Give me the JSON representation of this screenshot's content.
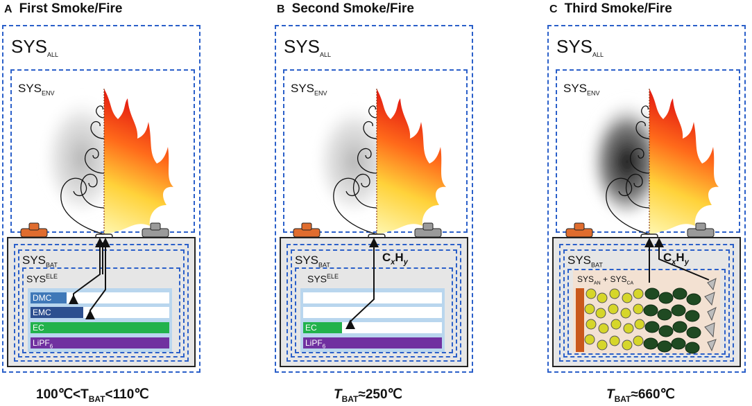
{
  "panels": [
    {
      "letter": "A",
      "title": "First Smoke/Fire",
      "sys_all": {
        "main": "SYS",
        "sub": "ALL"
      },
      "sys_env": {
        "main": "SYS",
        "sub": "ENV"
      },
      "sys_bat": {
        "main": "SYS",
        "sub": "BAT"
      },
      "sys_ele": {
        "main": "SYS",
        "sup": "ELE"
      },
      "electrolytes": {
        "dmc": "DMC",
        "emc": "EMC",
        "ec": "EC",
        "lipf6_main": "LiPF",
        "lipf6_sub": "6"
      },
      "condition": {
        "a": "100℃<T",
        "sub": "BAT",
        "b": "<110℃"
      }
    },
    {
      "letter": "B",
      "title": "Second Smoke/Fire",
      "sys_all": {
        "main": "SYS",
        "sub": "ALL"
      },
      "sys_env": {
        "main": "SYS",
        "sub": "ENV"
      },
      "sys_bat": {
        "main": "SYS",
        "sub": "BAT"
      },
      "sys_ele": {
        "main": "SYS",
        "sup": "ELE"
      },
      "gas": {
        "c": "C",
        "x": "x",
        "h": "H",
        "y": "y"
      },
      "electrolytes": {
        "ec": "EC",
        "lipf6_main": "LiPF",
        "lipf6_sub": "6"
      },
      "condition": {
        "t": "T",
        "sub": "BAT",
        "b": "≈250℃"
      }
    },
    {
      "letter": "C",
      "title": "Third Smoke/Fire",
      "sys_all": {
        "main": "SYS",
        "sub": "ALL"
      },
      "sys_env": {
        "main": "SYS",
        "sub": "ENV"
      },
      "sys_bat": {
        "main": "SYS",
        "sub": "BAT"
      },
      "sys_an_ca": {
        "an_main": "SYS",
        "an_sub": "AN",
        "plus": " + ",
        "ca_main": "SYS",
        "ca_sub": "CA"
      },
      "gas": {
        "c": "C",
        "x": "x",
        "h": "H",
        "y": "y"
      },
      "condition": {
        "t": "T",
        "sub": "BAT",
        "b": "≈660℃"
      }
    }
  ],
  "colors": {
    "dashed_border": "#2a5fc9",
    "dmc": "#3f78b8",
    "emc": "#2d4f8f",
    "ec": "#22b24c",
    "lipf6": "#7030a0",
    "terminal_positive": "#e06c2e",
    "terminal_negative": "#9a9a9a",
    "anode_particles": "#d6d62a",
    "cathode_particles": "#1f4a22"
  },
  "icons": [
    "smoke-swirl-icon",
    "flame-icon",
    "vent-arrow-icon"
  ]
}
